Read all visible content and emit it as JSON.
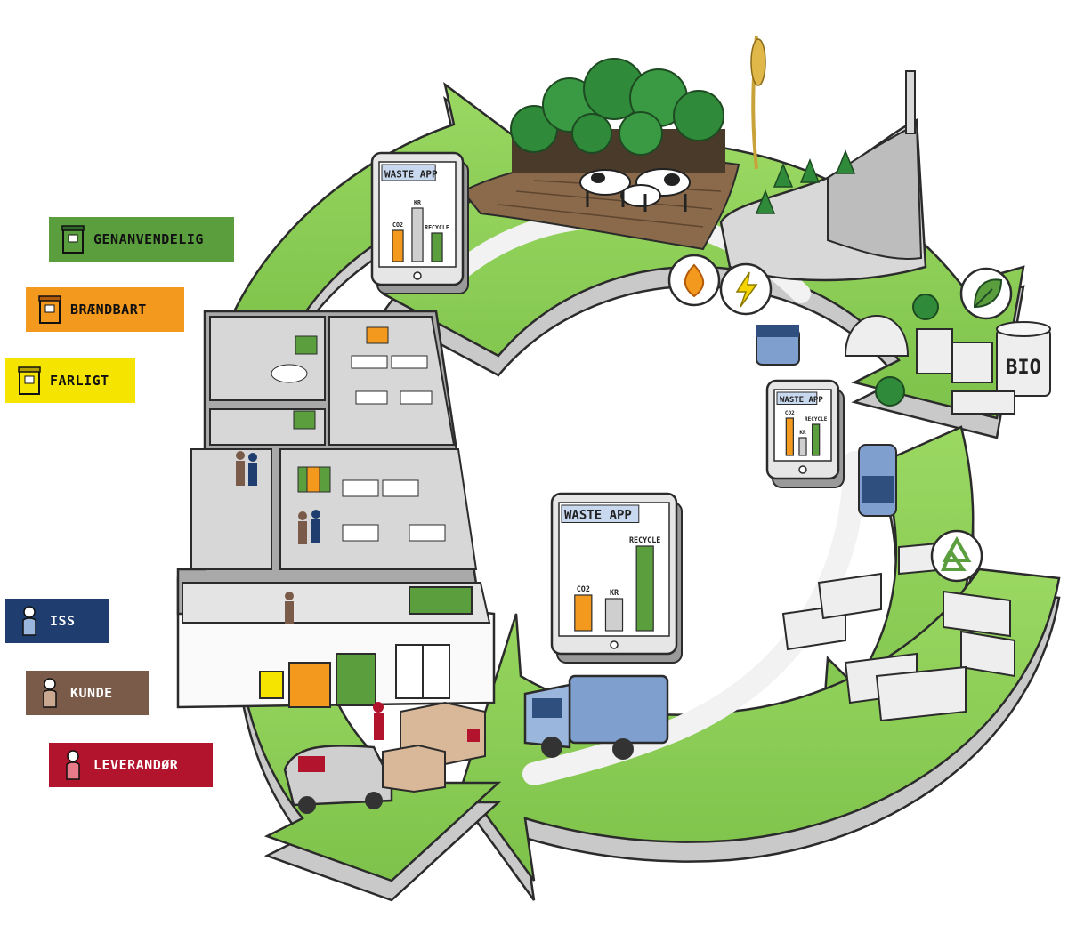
{
  "legend": {
    "waste_types": [
      {
        "label": "GENANVENDELIG",
        "color": "#5a9e3e",
        "icon": "recycling-bin-icon"
      },
      {
        "label": "BRÆNDBART",
        "color": "#f39a1e",
        "icon": "burnable-bin-icon"
      },
      {
        "label": "FARLIGT",
        "color": "#f5e400",
        "icon": "hazardous-bin-icon"
      }
    ],
    "actors": [
      {
        "label": "ISS",
        "color": "#1f3d6e",
        "icon": "iss-person-icon"
      },
      {
        "label": "KUNDE",
        "color": "#7a5b49",
        "icon": "customer-person-icon"
      },
      {
        "label": "LEVERANDØR",
        "color": "#b3142d",
        "icon": "supplier-person-icon"
      }
    ]
  },
  "apps": [
    {
      "title": "WASTE APP",
      "bars": [
        {
          "label": "CO2",
          "color": "#f39a1e"
        },
        {
          "label": "KR",
          "color": "#cfcfcf"
        },
        {
          "label": "RECYCLE",
          "color": "#5a9e3e"
        }
      ]
    },
    {
      "title": "WASTE APP",
      "bars": [
        {
          "label": "CO2",
          "color": "#f39a1e"
        },
        {
          "label": "KR",
          "color": "#cfcfcf"
        },
        {
          "label": "RECYCLE",
          "color": "#5a9e3e"
        }
      ]
    },
    {
      "title": "WASTE APP",
      "bars": [
        {
          "label": "CO2",
          "color": "#f39a1e"
        },
        {
          "label": "KR",
          "color": "#cfcfcf"
        },
        {
          "label": "RECYCLE",
          "color": "#5a9e3e"
        }
      ]
    }
  ],
  "plant": {
    "tank_label": "BIO"
  },
  "icons": {
    "fire": "fire-icon",
    "lightning": "lightning-icon",
    "leaf": "leaf-icon",
    "recycle": "recycle-icon"
  },
  "colors": {
    "grass": "#8fd45a",
    "grass_dark": "#5a9e3e",
    "side": "#d6d6d6",
    "outline": "#2b2b2b",
    "truck": "#7f9fcf",
    "soil": "#8a6a4a",
    "tree": "#2f8a3a"
  }
}
